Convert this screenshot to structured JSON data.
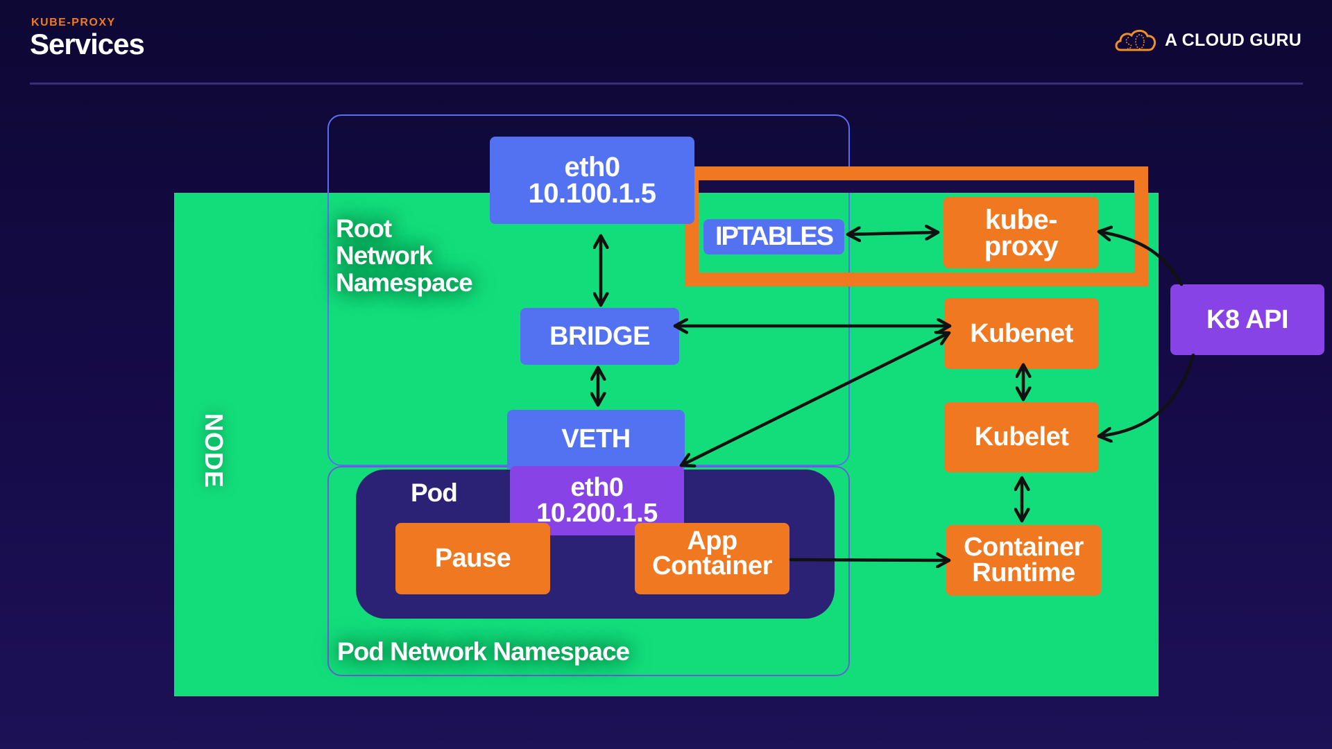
{
  "header": {
    "eyebrow": "KUBE-PROXY",
    "title": "Services",
    "brand": "A CLOUD GURU",
    "brand_icon": "cloud-guru-logo-icon"
  },
  "colors": {
    "background": "#140a45",
    "node_green": "#13dd7b",
    "network_blue": "#5372f2",
    "component_orange": "#ef7820",
    "api_purple": "#8843e6",
    "pod_navy": "#2b2275",
    "eyebrow_orange": "#f07a23"
  },
  "diagram": {
    "node_label": "NODE",
    "root_namespace_label": [
      "Root",
      "Network",
      "Namespace"
    ],
    "pod_namespace_label": "Pod Network Namespace",
    "pod_label": "Pod",
    "boxes": {
      "eth0_root": {
        "line1": "eth0",
        "line2": "10.100.1.5"
      },
      "iptables": "IPTABLES",
      "kube_proxy": {
        "line1": "kube-",
        "line2": "proxy"
      },
      "k8_api": "K8 API",
      "bridge": "BRIDGE",
      "kubenet": "Kubenet",
      "veth": "VETH",
      "kubelet": "Kubelet",
      "eth0_pod": {
        "line1": "eth0",
        "line2": "10.200.1.5"
      },
      "pause": "Pause",
      "app_container": {
        "line1": "App",
        "line2": "Container"
      },
      "container_runtime": {
        "line1": "Container",
        "line2": "Runtime"
      }
    },
    "highlighted": "iptables-kube-proxy",
    "connections": [
      {
        "from": "eth0_root",
        "to": "bridge",
        "type": "bidirectional"
      },
      {
        "from": "bridge",
        "to": "veth",
        "type": "bidirectional"
      },
      {
        "from": "iptables",
        "to": "kube_proxy",
        "type": "bidirectional"
      },
      {
        "from": "bridge",
        "to": "kubenet",
        "type": "bidirectional"
      },
      {
        "from": "veth",
        "to": "kubenet",
        "type": "bidirectional"
      },
      {
        "from": "kubenet",
        "to": "kubelet",
        "type": "bidirectional"
      },
      {
        "from": "kubelet",
        "to": "container_runtime",
        "type": "bidirectional"
      },
      {
        "from": "app_container",
        "to": "container_runtime",
        "type": "directed"
      },
      {
        "from": "k8_api",
        "to": "kube_proxy",
        "type": "directed"
      },
      {
        "from": "k8_api",
        "to": "kubelet",
        "type": "directed"
      }
    ]
  }
}
